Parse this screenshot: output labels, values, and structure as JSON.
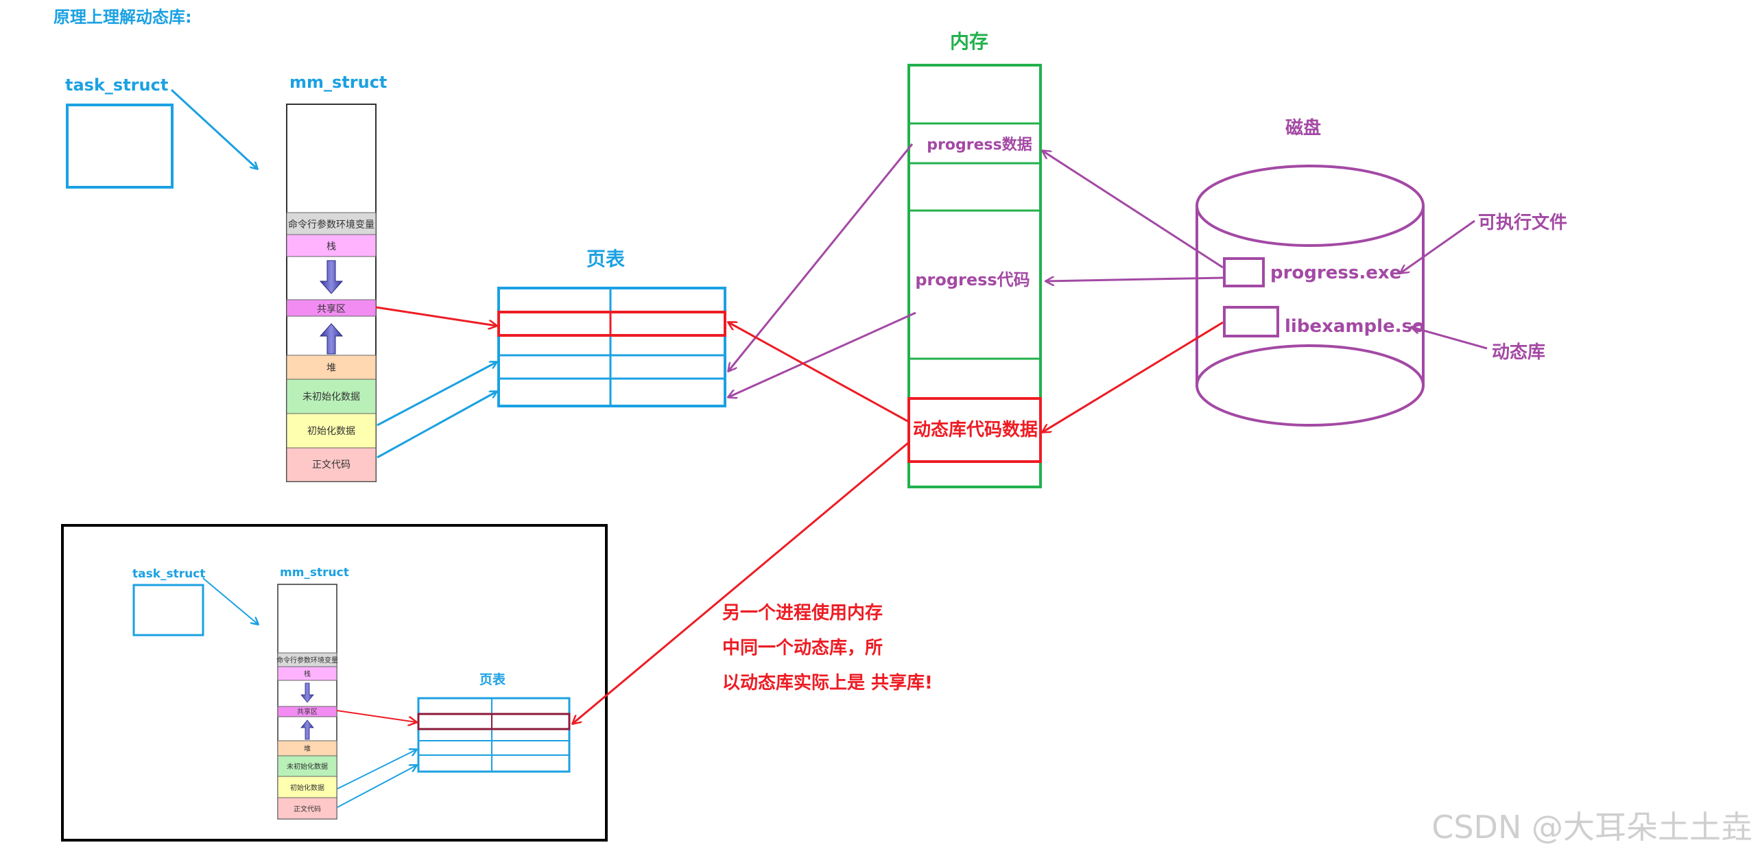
{
  "heading": "原理上理解动态库:",
  "process_main": {
    "task_label": "task_struct",
    "mm_label": "mm_struct",
    "segments": {
      "cmdline": "命令行参数环境变量",
      "stack": "栈",
      "shared": "共享区",
      "heap": "堆",
      "bss": "未初始化数据",
      "data": "初始化数据",
      "text": "正文代码"
    },
    "page_table_label": "页表"
  },
  "process_second": {
    "task_label": "task_struct",
    "mm_label": "mm_struct",
    "segments": {
      "cmdline": "命令行参数环境变量",
      "stack": "栈",
      "shared": "共享区",
      "heap": "堆",
      "bss": "未初始化数据",
      "data": "初始化数据",
      "text": "正文代码"
    },
    "page_table_label": "页表"
  },
  "memory": {
    "title": "内存",
    "progress_data": "progress数据",
    "progress_code": "progress代码",
    "lib_code_data": "动态库代码数据"
  },
  "disk": {
    "title": "磁盘",
    "exe_file": "progress.exe",
    "so_file": "libexample.so",
    "exe_note": "可执行文件",
    "so_note": "动态库"
  },
  "note_lines": [
    "另一个进程使用内存",
    "中同一个动态库，所",
    "以动态库实际上是 共享库!"
  ],
  "watermark": "CSDN @大耳朵土土垚",
  "colors": {
    "blue": "#1ba1e2",
    "green": "#22b14c",
    "purple": "#a349a4",
    "red": "#ed1c24",
    "black": "#000000"
  }
}
